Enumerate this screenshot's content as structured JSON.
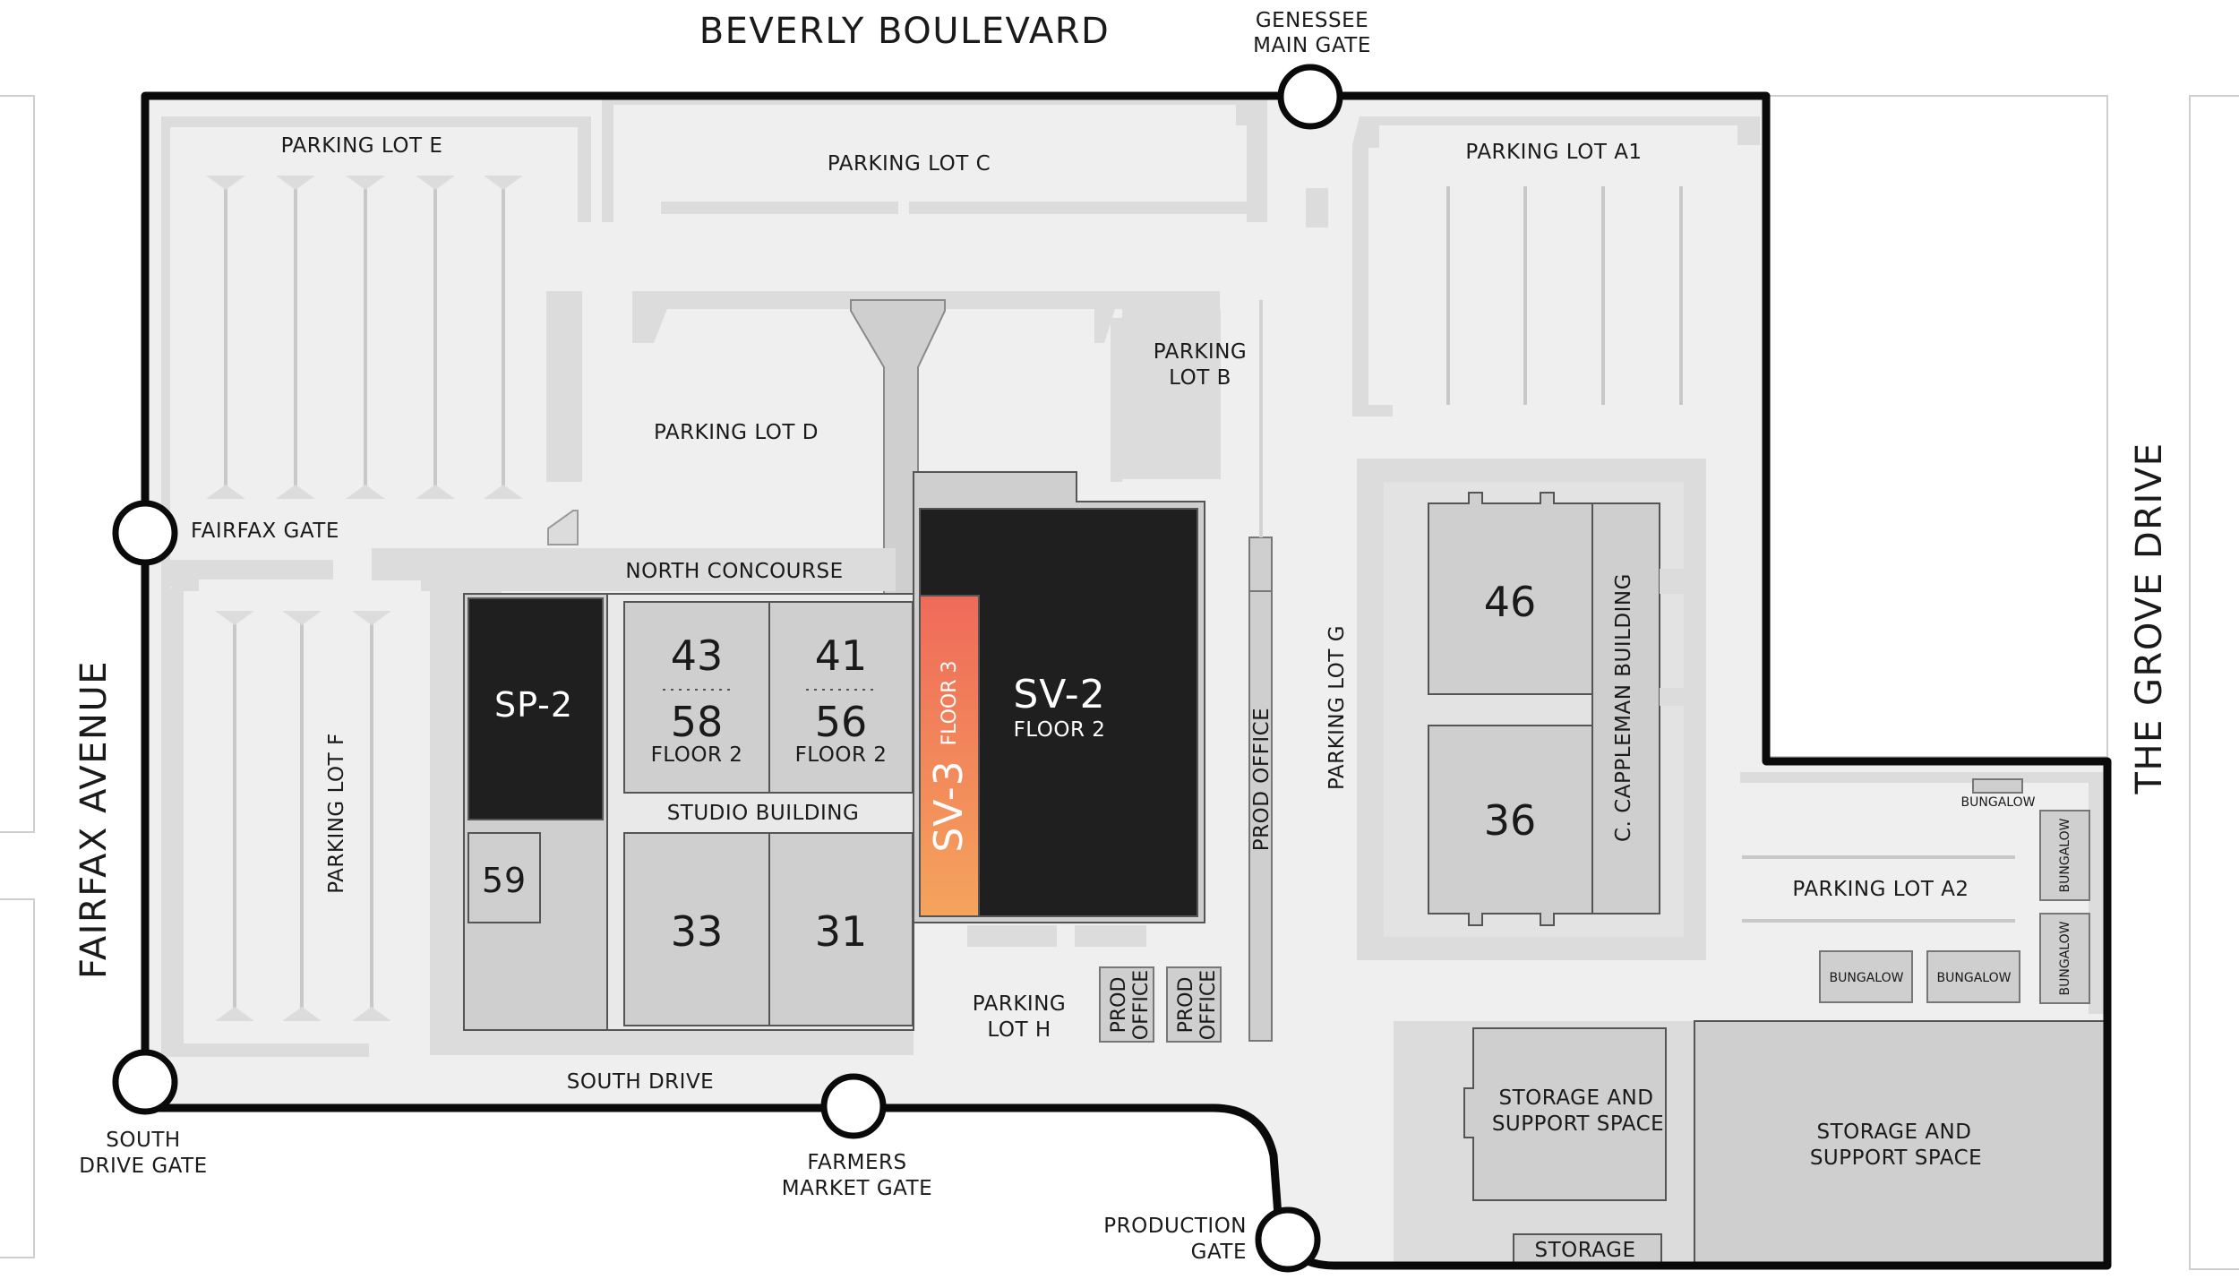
{
  "streets": {
    "north": "BEVERLY BOULEVARD",
    "west": "FAIRFAX AVENUE",
    "east": "THE GROVE DRIVE"
  },
  "gates": {
    "genessee": [
      "GENESSEE",
      "MAIN GATE"
    ],
    "fairfax": "FAIRFAX GATE",
    "south_drive": [
      "SOUTH",
      "DRIVE GATE"
    ],
    "farmers_market": [
      "FARMERS",
      "MARKET GATE"
    ],
    "production": [
      "PRODUCTION",
      "GATE"
    ]
  },
  "parking": {
    "lot_e": "PARKING LOT E",
    "lot_c": "PARKING LOT C",
    "lot_a1": "PARKING LOT A1",
    "lot_b": [
      "PARKING",
      "LOT B"
    ],
    "lot_d": "PARKING LOT D",
    "lot_f": "PARKING LOT F",
    "lot_g": "PARKING LOT G",
    "lot_h": [
      "PARKING",
      "LOT H"
    ],
    "lot_a2": "PARKING LOT A2"
  },
  "roads": {
    "north_concourse": "NORTH CONCOURSE",
    "south_drive": "SOUTH DRIVE"
  },
  "stages": {
    "sp2": "SP-2",
    "s59": "59",
    "s43": "43",
    "s58": "58",
    "s41": "41",
    "s56": "56",
    "floor2": "FLOOR 2",
    "studio_building": "STUDIO BUILDING",
    "s33": "33",
    "s31": "31",
    "sv3": "SV-3",
    "sv3_floor": "FLOOR 3",
    "sv2": "SV-2",
    "sv2_floor": "FLOOR 2",
    "s46": "46",
    "s36": "36",
    "cappleman": "C. CAPPLEMAN BUILDING"
  },
  "offices": {
    "prod_office": "PROD OFFICE",
    "prod_office_small": [
      "PROD",
      "OFFICE"
    ]
  },
  "support": {
    "bungalow": "BUNGALOW",
    "storage_support": [
      "STORAGE AND",
      "SUPPORT SPACE"
    ],
    "storage": "STORAGE"
  },
  "colors": {
    "ground": "#efefef",
    "road": "#dcdcdc",
    "building": "#cfcfcf",
    "dark_stage": "#1f1f1f",
    "boundary": "#0a0a0a",
    "sv3_top": "#ef6a5a",
    "sv3_bottom": "#f5a45c"
  }
}
